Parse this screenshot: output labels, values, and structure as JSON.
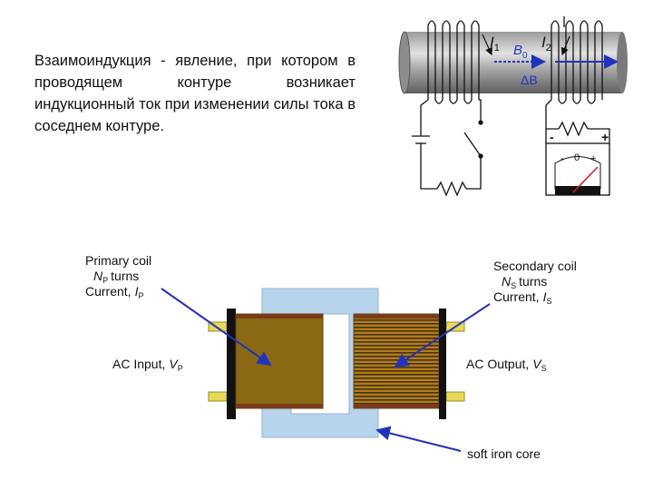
{
  "definition": {
    "text": "Взаимоиндукция - явление, при котором в проводящем контуре возникает индукционный ток при изменении силы тока в соседнем контуре."
  },
  "circuit_figure": {
    "current_1": "I",
    "current_1_sub": "1",
    "current_2": "I",
    "current_2_sub": "2",
    "field": "B",
    "field_sub": "0",
    "delta_field": "ΔB",
    "meter_minus": "-",
    "meter_plus": "+",
    "meter_scale_minus": "-",
    "meter_scale_zero": "0",
    "meter_scale_plus": "+"
  },
  "transformer_figure": {
    "primary_title": "Primary coil",
    "primary_turns_sym": "N",
    "primary_turns_sub": "P",
    "primary_turns_word": "turns",
    "primary_current_label": "Current,",
    "primary_current_sym": "I",
    "primary_current_sub": "P",
    "input_label": "AC Input,",
    "input_sym": "V",
    "input_sub": "P",
    "secondary_title": "Secondary coil",
    "secondary_turns_sym": "N",
    "secondary_turns_sub": "S",
    "secondary_turns_word": "turns",
    "secondary_current_label": "Current,",
    "secondary_current_sym": "I",
    "secondary_current_sub": "S",
    "output_label": "AC Output,",
    "output_sym": "V",
    "output_sub": "S",
    "core_label": "soft iron core"
  },
  "colors": {
    "arrow_blue": "#2233bb",
    "core_blue": "#b8d4ec",
    "coil_brown": "#8b6914",
    "flange": "#7a3b1a"
  }
}
